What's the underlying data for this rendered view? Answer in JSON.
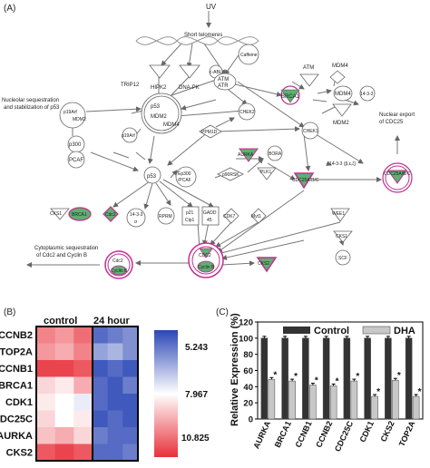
{
  "panels": {
    "a_label": "(A)",
    "b_label": "(B)",
    "c_label": "(C)"
  },
  "pathway": {
    "uv": "UV",
    "telomeres": "Short telomeres",
    "notes": {
      "nucleolar_1": "Nucleolar sequestration",
      "nucleolar_2": "and stabilization of p53",
      "nuclear_export_1": "Nuclear export",
      "nuclear_export_2": "of CDC25",
      "cytoplasmic_1": "Cytoplasmic sequestration",
      "cytoplasmic_2": "of Cdc2 and Cyclin B"
    },
    "nodes": {
      "caffeine": "Caffeine",
      "hipk2": "HIPK2",
      "dnapk": "DNA-PK",
      "cabl": "c-ABL",
      "atm_atr_1": "ATM",
      "atm_atr_2": "ATR",
      "atm": "ATM",
      "mdm4_top": "MDM4",
      "brca1": "BRCA1",
      "mdm4": "MDM4",
      "p1433_right": "14-3-3",
      "mdm2_right": "MDM2",
      "trip12": "TRIP12",
      "p53": "p53",
      "mdm2": "MDM2",
      "mdm4_mid": "MDM4",
      "chek2": "CHEK2",
      "p19arf_a": "p19Arf",
      "mdm2_a": "MDM2",
      "p19arf_b": "p19Arf",
      "ppm1d": "PPM1D",
      "chek1": "CHEK1",
      "p300": "p300",
      "pcaf": "PCAF",
      "aurka": "AURKA",
      "bora": "BORA",
      "p1433_sigma": "14-3-3 (β,ε,ζ)",
      "cdc25": "CDC25A/B/C",
      "cdc25_b": "CDC25A/B/C",
      "p53_b": "p53",
      "ep300_1": "Ep300",
      "ep300_2": "/PCAF",
      "p90rsk": "p90RSK",
      "plk1": "PLK1",
      "cks1": "CKS1",
      "brca1_b": "BRCA1",
      "cdc2": "Cdc2",
      "p1433_1": "14-3-3",
      "p1433_2": "σ",
      "rprm": "RPRM",
      "p21_1": "p21",
      "p21_2": "Cip1",
      "gadd_1": "GADD",
      "gadd_2": "45",
      "cdk7": "CDK7",
      "myt1": "Myt1",
      "wee1": "WEE1",
      "cks1_b": "CKS1",
      "scf": "SCF",
      "cdc2_b": "CDC2",
      "cyclinb": "Cyclin B",
      "cdc2_c": "Cdc2",
      "cyclinb_c": "Cyclin B",
      "cks2": "CKS2"
    }
  },
  "heatmap": {
    "col_headers": [
      "control",
      "24 hour"
    ],
    "rows": [
      "CCNB2",
      "TOP2A",
      "CCNB1",
      "BRCA1",
      "CDK1",
      "CDC25C",
      "AURKA",
      "CKS2"
    ],
    "scale_labels": [
      "5.243",
      "7.967",
      "10.825"
    ],
    "colors": {
      "high": "#e8303a",
      "mid": "#ffffff",
      "low": "#2b46b5"
    },
    "values": [
      [
        0.8,
        0.75,
        0.85,
        0.1,
        0.15,
        0.2
      ],
      [
        0.75,
        0.7,
        0.8,
        0.25,
        0.3,
        0.2
      ],
      [
        0.95,
        0.95,
        0.9,
        0.05,
        0.1,
        0.05
      ],
      [
        0.6,
        0.55,
        0.7,
        0.1,
        0.05,
        0.15
      ],
      [
        0.55,
        0.5,
        0.45,
        0.1,
        0.05,
        0.05
      ],
      [
        0.6,
        0.5,
        0.55,
        0.05,
        0.1,
        0.05
      ],
      [
        0.65,
        0.7,
        0.6,
        0.15,
        0.1,
        0.1
      ],
      [
        0.9,
        0.95,
        0.9,
        0.1,
        0.1,
        0.15
      ]
    ]
  },
  "chart_data": {
    "type": "bar",
    "title": "",
    "xlabel": "",
    "ylabel": "Relative Expression (%)",
    "ylim": [
      0,
      120
    ],
    "yticks": [
      0,
      20,
      40,
      60,
      80,
      100,
      120
    ],
    "categories": [
      "AURKA",
      "BRCA1",
      "CCNB1",
      "CCNB2",
      "CDC25C",
      "CDK1",
      "CKS2",
      "TOP2A"
    ],
    "series": [
      {
        "name": "Control",
        "color": "#333333",
        "values": [
          100,
          100,
          100,
          100,
          100,
          100,
          100,
          100
        ]
      },
      {
        "name": "DHA",
        "color": "#c8c8c8",
        "values": [
          49,
          47,
          42,
          41,
          47,
          28,
          48,
          28
        ]
      }
    ],
    "significance": [
      "*",
      "*",
      "*",
      "*",
      "*",
      "*",
      "*",
      "*"
    ],
    "legend_position": "top",
    "grid": false
  }
}
